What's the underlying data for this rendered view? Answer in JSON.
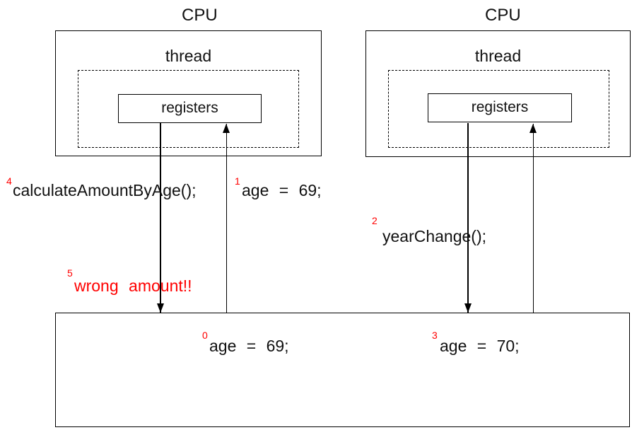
{
  "colors": {
    "background": "#ffffff",
    "line": "#000000",
    "text": "#111111",
    "annotation_red": "#ff0000"
  },
  "cpu_left": {
    "title": "CPU",
    "thread_label": "thread",
    "registers_label": "registers"
  },
  "cpu_right": {
    "title": "CPU",
    "thread_label": "thread",
    "registers_label": "registers"
  },
  "annotations": {
    "calculate_call": {
      "number": "4",
      "text": "calculateAmountByAge();"
    },
    "register_load": {
      "number": "1",
      "text": "age = 69;"
    },
    "year_change_call": {
      "number": "2",
      "text": "yearChange();"
    },
    "wrong_amount": {
      "number": "5",
      "text": "wrong amount!!"
    },
    "memory_age_left": {
      "number": "0",
      "text": "age = 69;"
    },
    "memory_age_right": {
      "number": "3",
      "text": "age = 70;"
    }
  }
}
